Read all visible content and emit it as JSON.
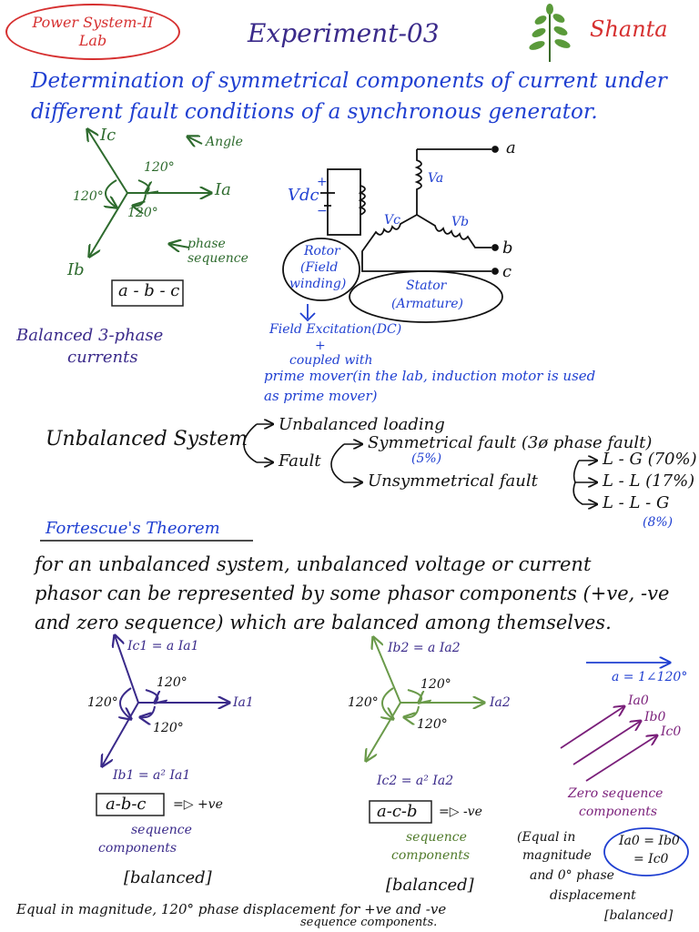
{
  "header": {
    "lab_line1": "Power System-II",
    "lab_line2": "Lab",
    "title": "Experiment-03",
    "signature": "Shanta"
  },
  "objective": {
    "line1": "Determination of symmetrical components of current under",
    "line2": "different fault conditions of a synchronous generator."
  },
  "phasor_left": {
    "ic": "Ic",
    "ia": "Ia",
    "ib": "Ib",
    "angle_120_top": "120°",
    "angle_120_left": "120°",
    "angle_120_bottom": "120°",
    "angle_note": "Angle",
    "phase_sequence": "phase sequence",
    "sequence_box": "a - b - c",
    "caption_line1": "Balanced 3-phase",
    "caption_line2": "currents"
  },
  "generator": {
    "vdc": "Vdc",
    "plus": "+",
    "minus": "−",
    "va": "Va",
    "vb": "Vb",
    "vc": "Vc",
    "terminal_a": "a",
    "terminal_b": "b",
    "terminal_c": "c",
    "rotor_line1": "Rotor",
    "rotor_line2": "(Field",
    "rotor_line3": "winding)",
    "stator_line1": "Stator",
    "stator_line2": "(Armature)",
    "excitation": "Field Excitation(DC)",
    "plus_sign": "+",
    "coupled": "coupled with",
    "prime_mover_line1": "prime mover(in the lab, induction motor is used",
    "prime_mover_line2": "as prime mover)"
  },
  "tree": {
    "root": "Unbalanced System",
    "unbalanced_loading": "Unbalanced loading",
    "fault": "Fault",
    "symmetrical": "Symmetrical fault (3ø phase fault)",
    "symmetrical_pct": "(5%)",
    "unsymmetrical": "Unsymmetrical fault",
    "lg": "L - G (70%)",
    "ll": "L - L (17%)",
    "llg": "L - L - G",
    "llg_pct": "(8%)"
  },
  "theorem": {
    "heading": "Fortescue's Theorem",
    "line1": "for an unbalanced system, unbalanced voltage or current",
    "line2": "phasor can be represented by some phasor components (+ve, -ve",
    "line3": "and zero sequence) which are balanced among themselves."
  },
  "positive_seq": {
    "ic1": "Ic1 = a Ia1",
    "ia1": "Ia1",
    "ib1": "Ib1 = a² Ia1",
    "a120_top": "120°",
    "a120_left": "120°",
    "a120_bottom": "120°",
    "box": "a-b-c",
    "arrow_note": "=▷ +ve",
    "cap1": "sequence",
    "cap2": "components",
    "balanced": "[balanced]"
  },
  "negative_seq": {
    "ib2": "Ib2 = a Ia2",
    "ia2": "Ia2",
    "ic2": "Ic2 = a² Ia2",
    "a120_top": "120°",
    "a120_left": "120°",
    "a120_bottom": "120°",
    "box": "a-c-b",
    "arrow_note": "=▷ -ve",
    "cap1": "sequence",
    "cap2": "components",
    "balanced": "[balanced]"
  },
  "zero_seq": {
    "a_def": "a = 1∠120°",
    "ia0": "Ia0",
    "ib0": "Ib0",
    "ic0": "Ic0",
    "cap1": "Zero sequence",
    "cap2": "components",
    "eq_line1": "(Equal in",
    "eq_line2": "magnitude",
    "eq_line3": "and 0° phase",
    "eq_line4": "displacement",
    "balanced": "[balanced]",
    "ellipse_line1": "Ia0 = Ib0",
    "ellipse_line2": "= Ic0"
  },
  "footer": {
    "line1": "Equal in magnitude, 120° phase displacement for +ve and -ve",
    "line2": "sequence components."
  }
}
